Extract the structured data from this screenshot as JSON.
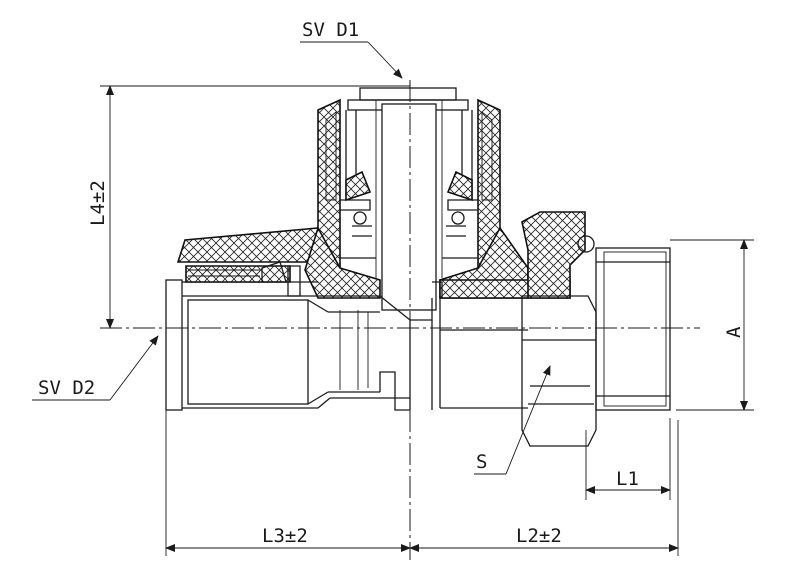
{
  "labels": {
    "sv_d1": "SV D1",
    "sv_d2": "SV D2",
    "l4": "L4±2",
    "a": "A",
    "s": "S",
    "l1": "L1",
    "l3": "L3±2",
    "l2": "L2±2"
  },
  "colors": {
    "line": "#1a1a1a",
    "background": "#ffffff"
  }
}
